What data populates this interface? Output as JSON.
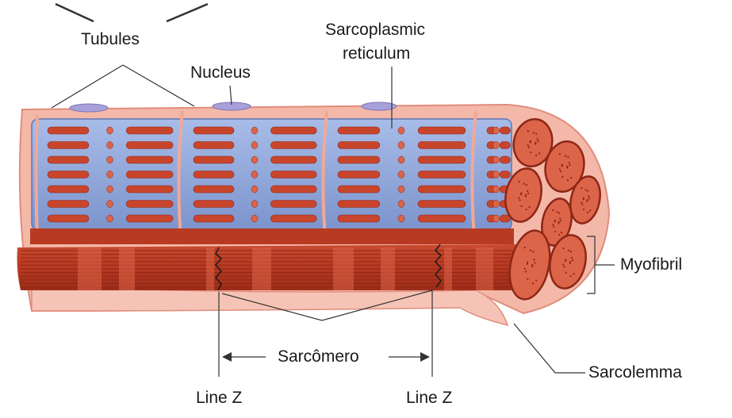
{
  "labels": {
    "tubules": "Tubules",
    "nucleus": "Nucleus",
    "sarcoplasmic_line1": "Sarcoplasmic",
    "sarcoplasmic_line2": "reticulum",
    "myofibril": "Myofibril",
    "sarcomero": "Sarcômero",
    "sarcolemma": "Sarcolemma",
    "line_z_left": "Line Z",
    "line_z_right": "Line Z"
  },
  "colors": {
    "sarcolemma": "#f4b4a4",
    "sarcolemma_edge": "#e08c7c",
    "reticulum": "#90a8dc",
    "reticulum_edge": "#5c76b8",
    "myofibril": "#c8452c",
    "myofibril_dark": "#8c2616",
    "myofibril_light": "#dc6448",
    "nucleus": "#a8a0d8",
    "leader_lines": "#333333"
  }
}
